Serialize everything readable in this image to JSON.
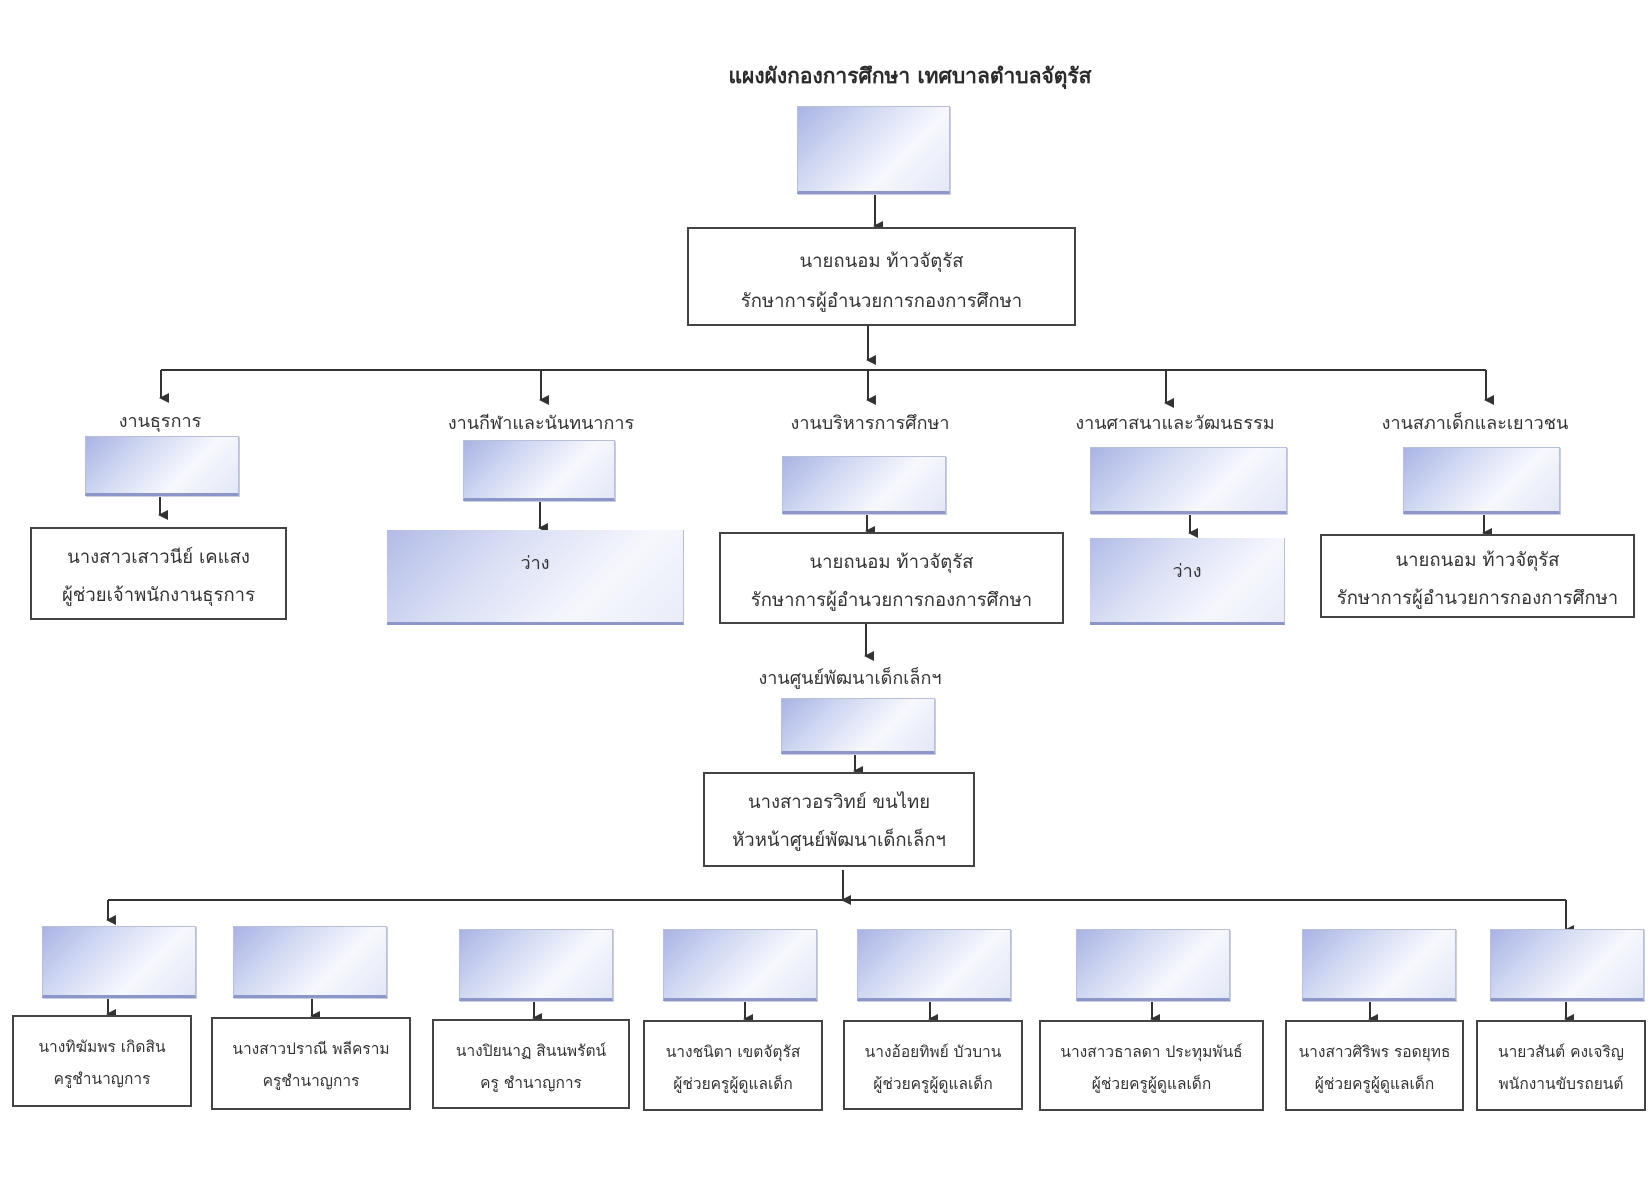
{
  "title": "แผงผังกองการศึกษา เทศบาลตำบลจัตุรัส",
  "head": {
    "name": "นายถนอม  ท้าวจัตุรัส",
    "position": "รักษาการผู้อำนวยการกองการศึกษา"
  },
  "sections": [
    {
      "label": "งานธุรการ",
      "name": "นางสาวเสาวนีย์  เคแสง",
      "position": "ผู้ช่วยเจ้าพนักงานธุรการ"
    },
    {
      "label": "งานกีฬาและนันทนาการ",
      "vacant": "ว่าง"
    },
    {
      "label": "งานบริหารการศึกษา",
      "name": "นายถนอม  ท้าวจัตุรัส",
      "position": "รักษาการผู้อำนวยการกองการศึกษา"
    },
    {
      "label": "งานศาสนาและวัฒนธรรม",
      "vacant": "ว่าง"
    },
    {
      "label": "งานสภาเด็กและเยาวชน",
      "name": "นายถนอม  ท้าวจัตุรัส",
      "position": "รักษาการผู้อำนวยการกองการศึกษา"
    }
  ],
  "center": {
    "label": "งานศูนย์พัฒนาเด็กเล็กฯ",
    "name": "นางสาวอรวิทย์  ขนไทย",
    "position": "หัวหน้าศูนย์พัฒนาเด็กเล็กฯ"
  },
  "staff": [
    {
      "name": "นางทิฆัมพร  เกิดสิน",
      "position": "ครูชำนาญการ"
    },
    {
      "name": "นางสาวปราณี  พลีคราม",
      "position": "ครูชำนาญการ"
    },
    {
      "name": "นางปิยนาฏ  สินนพรัตน์",
      "position": "ครู ชำนาญการ"
    },
    {
      "name": "นางชนิตา  เขตจัตุรัส",
      "position": "ผู้ช่วยครูผู้ดูแลเด็ก"
    },
    {
      "name": "นางอ้อยทิพย์  บัวบาน",
      "position": "ผู้ช่วยครูผู้ดูแลเด็ก"
    },
    {
      "name": "นางสาวธาลดา  ประทุมพันธ์",
      "position": "ผู้ช่วยครูผู้ดูแลเด็ก"
    },
    {
      "name": "นางสาวศิริพร  รอดยุทธ",
      "position": "ผู้ช่วยครูผู้ดูแลเด็ก"
    },
    {
      "name": "นายวสันต์  คงเจริญ",
      "position": "พนักงานขับรถยนต์"
    }
  ]
}
